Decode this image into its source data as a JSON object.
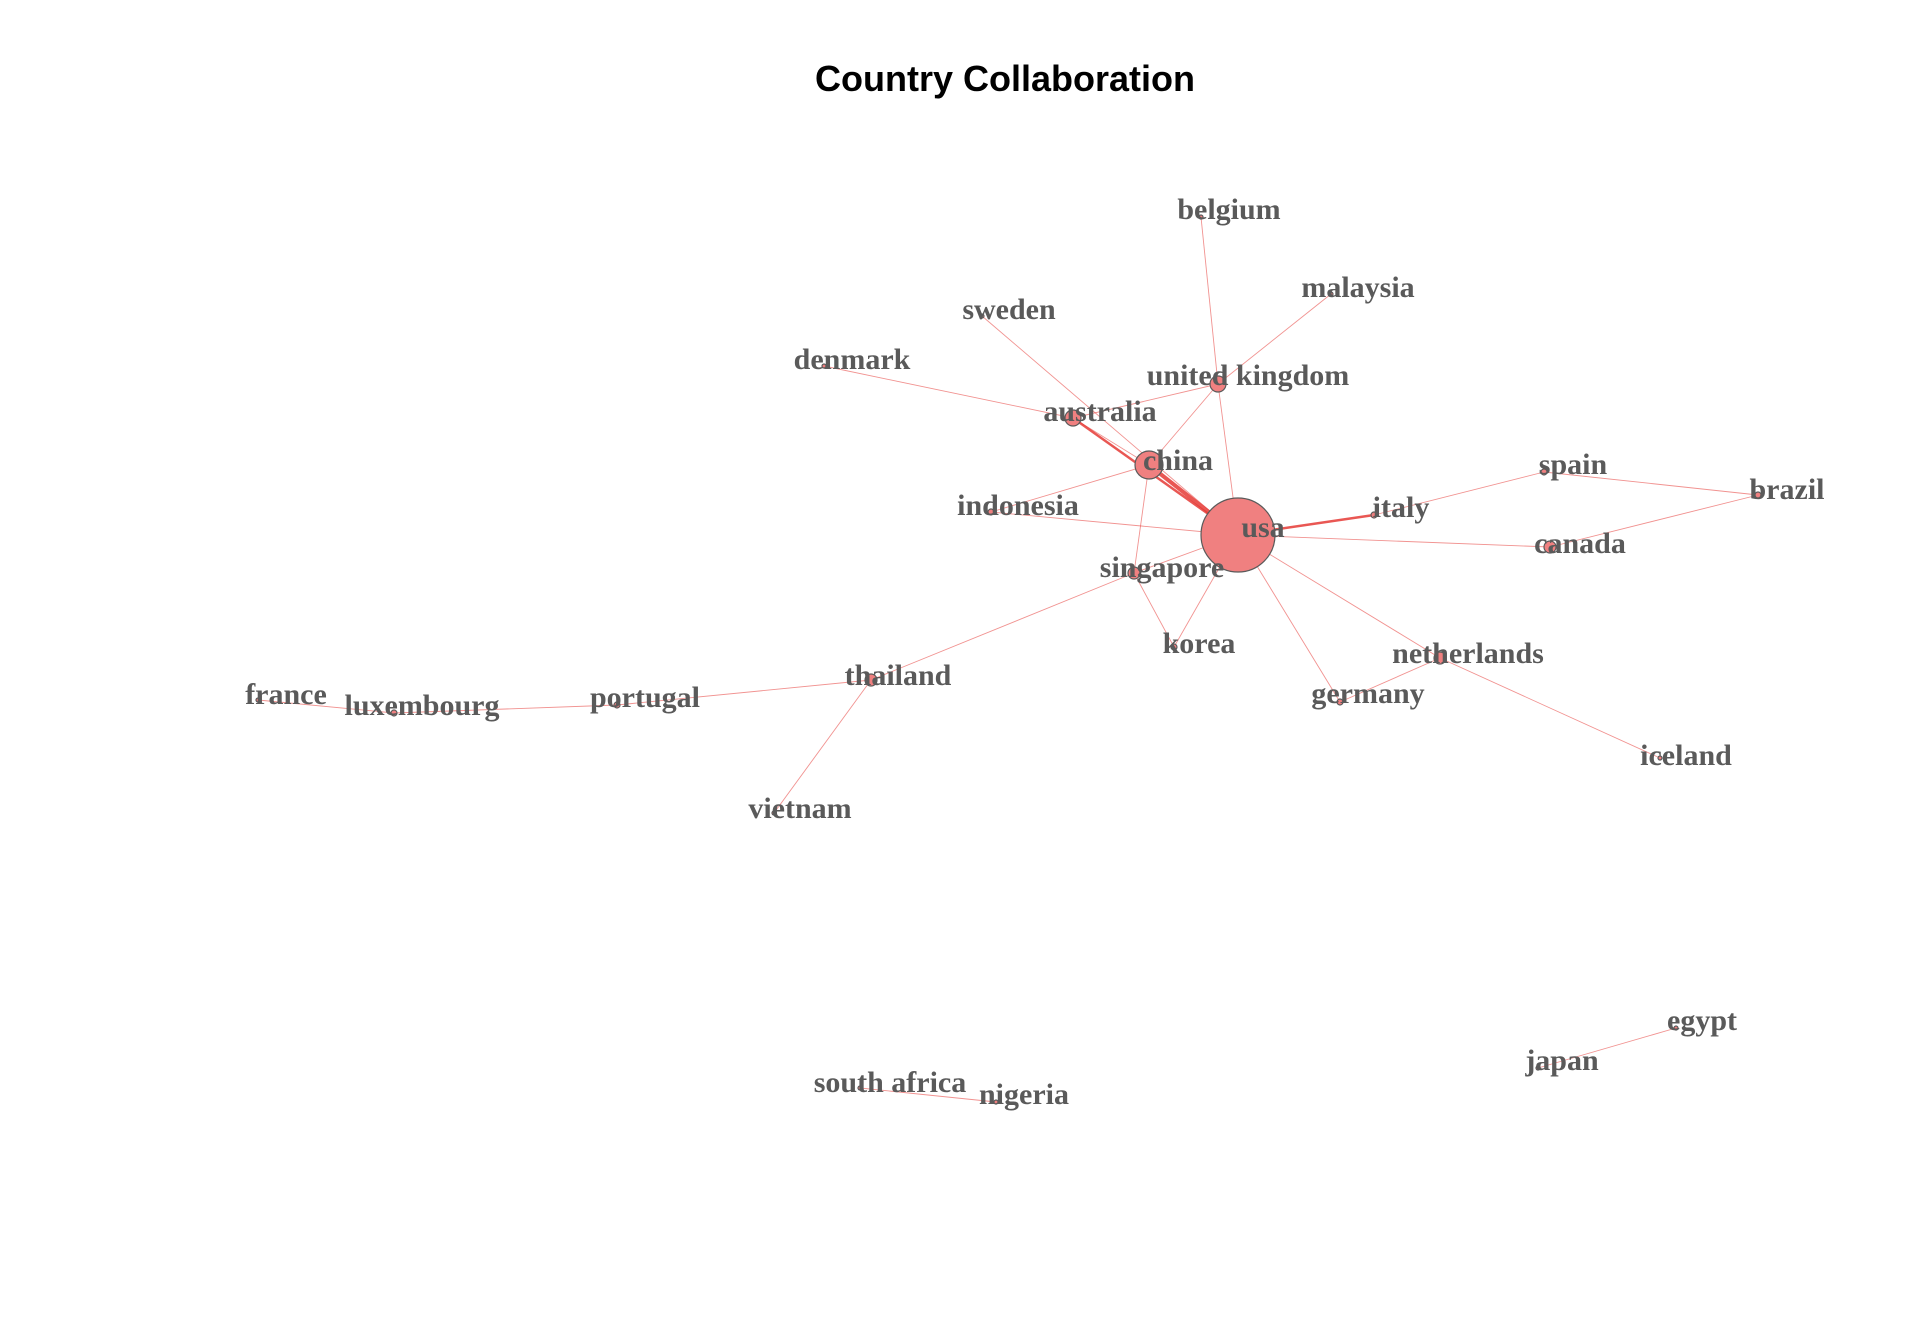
{
  "title": "Country Collaboration",
  "colors": {
    "edge": "#e53935",
    "node_fill": "#f08080",
    "node_stroke": "#5a5a5a",
    "label": "#5a5a5a"
  },
  "network": {
    "nodes": [
      {
        "id": "usa",
        "label": "usa",
        "degree": 16
      },
      {
        "id": "china",
        "label": "china",
        "degree": 6
      },
      {
        "id": "united_kingdom",
        "label": "united kingdom",
        "degree": 5
      },
      {
        "id": "australia",
        "label": "australia",
        "degree": 5
      },
      {
        "id": "canada",
        "label": "canada",
        "degree": 3
      },
      {
        "id": "netherlands",
        "label": "netherlands",
        "degree": 3
      },
      {
        "id": "singapore",
        "label": "singapore",
        "degree": 4
      },
      {
        "id": "italy",
        "label": "italy",
        "degree": 2
      },
      {
        "id": "spain",
        "label": "spain",
        "degree": 2
      },
      {
        "id": "brazil",
        "label": "brazil",
        "degree": 2
      },
      {
        "id": "korea",
        "label": "korea",
        "degree": 2
      },
      {
        "id": "thailand",
        "label": "thailand",
        "degree": 3
      },
      {
        "id": "germany",
        "label": "germany",
        "degree": 2
      },
      {
        "id": "indonesia",
        "label": "indonesia",
        "degree": 2
      },
      {
        "id": "sweden",
        "label": "sweden",
        "degree": 1
      },
      {
        "id": "denmark",
        "label": "denmark",
        "degree": 1
      },
      {
        "id": "belgium",
        "label": "belgium",
        "degree": 1
      },
      {
        "id": "malaysia",
        "label": "malaysia",
        "degree": 1
      },
      {
        "id": "iceland",
        "label": "iceland",
        "degree": 1
      },
      {
        "id": "portugal",
        "label": "portugal",
        "degree": 2
      },
      {
        "id": "luxembourg",
        "label": "luxembourg",
        "degree": 2
      },
      {
        "id": "france",
        "label": "france",
        "degree": 1
      },
      {
        "id": "vietnam",
        "label": "vietnam",
        "degree": 1
      },
      {
        "id": "south_africa",
        "label": "south africa",
        "degree": 1
      },
      {
        "id": "nigeria",
        "label": "nigeria",
        "degree": 1
      },
      {
        "id": "japan",
        "label": "japan",
        "degree": 1
      },
      {
        "id": "egypt",
        "label": "egypt",
        "degree": 1
      }
    ],
    "edges": [
      {
        "source": "usa",
        "target": "china",
        "weight": 3
      },
      {
        "source": "usa",
        "target": "australia",
        "weight": 2
      },
      {
        "source": "usa",
        "target": "italy",
        "weight": 2
      },
      {
        "source": "usa",
        "target": "united_kingdom",
        "weight": 1
      },
      {
        "source": "usa",
        "target": "canada",
        "weight": 1
      },
      {
        "source": "usa",
        "target": "netherlands",
        "weight": 1
      },
      {
        "source": "usa",
        "target": "germany",
        "weight": 1
      },
      {
        "source": "usa",
        "target": "korea",
        "weight": 1
      },
      {
        "source": "usa",
        "target": "singapore",
        "weight": 1
      },
      {
        "source": "usa",
        "target": "indonesia",
        "weight": 1
      },
      {
        "source": "usa",
        "target": "sweden",
        "weight": 1
      },
      {
        "source": "australia",
        "target": "united_kingdom",
        "weight": 1
      },
      {
        "source": "australia",
        "target": "denmark",
        "weight": 1
      },
      {
        "source": "australia",
        "target": "china",
        "weight": 1
      },
      {
        "source": "china",
        "target": "indonesia",
        "weight": 1
      },
      {
        "source": "china",
        "target": "singapore",
        "weight": 1
      },
      {
        "source": "china",
        "target": "united_kingdom",
        "weight": 1
      },
      {
        "source": "united_kingdom",
        "target": "belgium",
        "weight": 1
      },
      {
        "source": "united_kingdom",
        "target": "malaysia",
        "weight": 1
      },
      {
        "source": "singapore",
        "target": "thailand",
        "weight": 1
      },
      {
        "source": "singapore",
        "target": "korea",
        "weight": 1
      },
      {
        "source": "italy",
        "target": "spain",
        "weight": 1
      },
      {
        "source": "spain",
        "target": "brazil",
        "weight": 1
      },
      {
        "source": "canada",
        "target": "brazil",
        "weight": 1
      },
      {
        "source": "netherlands",
        "target": "germany",
        "weight": 1
      },
      {
        "source": "netherlands",
        "target": "iceland",
        "weight": 1
      },
      {
        "source": "thailand",
        "target": "portugal",
        "weight": 1
      },
      {
        "source": "thailand",
        "target": "vietnam",
        "weight": 1
      },
      {
        "source": "portugal",
        "target": "luxembourg",
        "weight": 1
      },
      {
        "source": "luxembourg",
        "target": "france",
        "weight": 1
      },
      {
        "source": "south_africa",
        "target": "nigeria",
        "weight": 1
      },
      {
        "source": "japan",
        "target": "egypt",
        "weight": 1
      }
    ]
  }
}
